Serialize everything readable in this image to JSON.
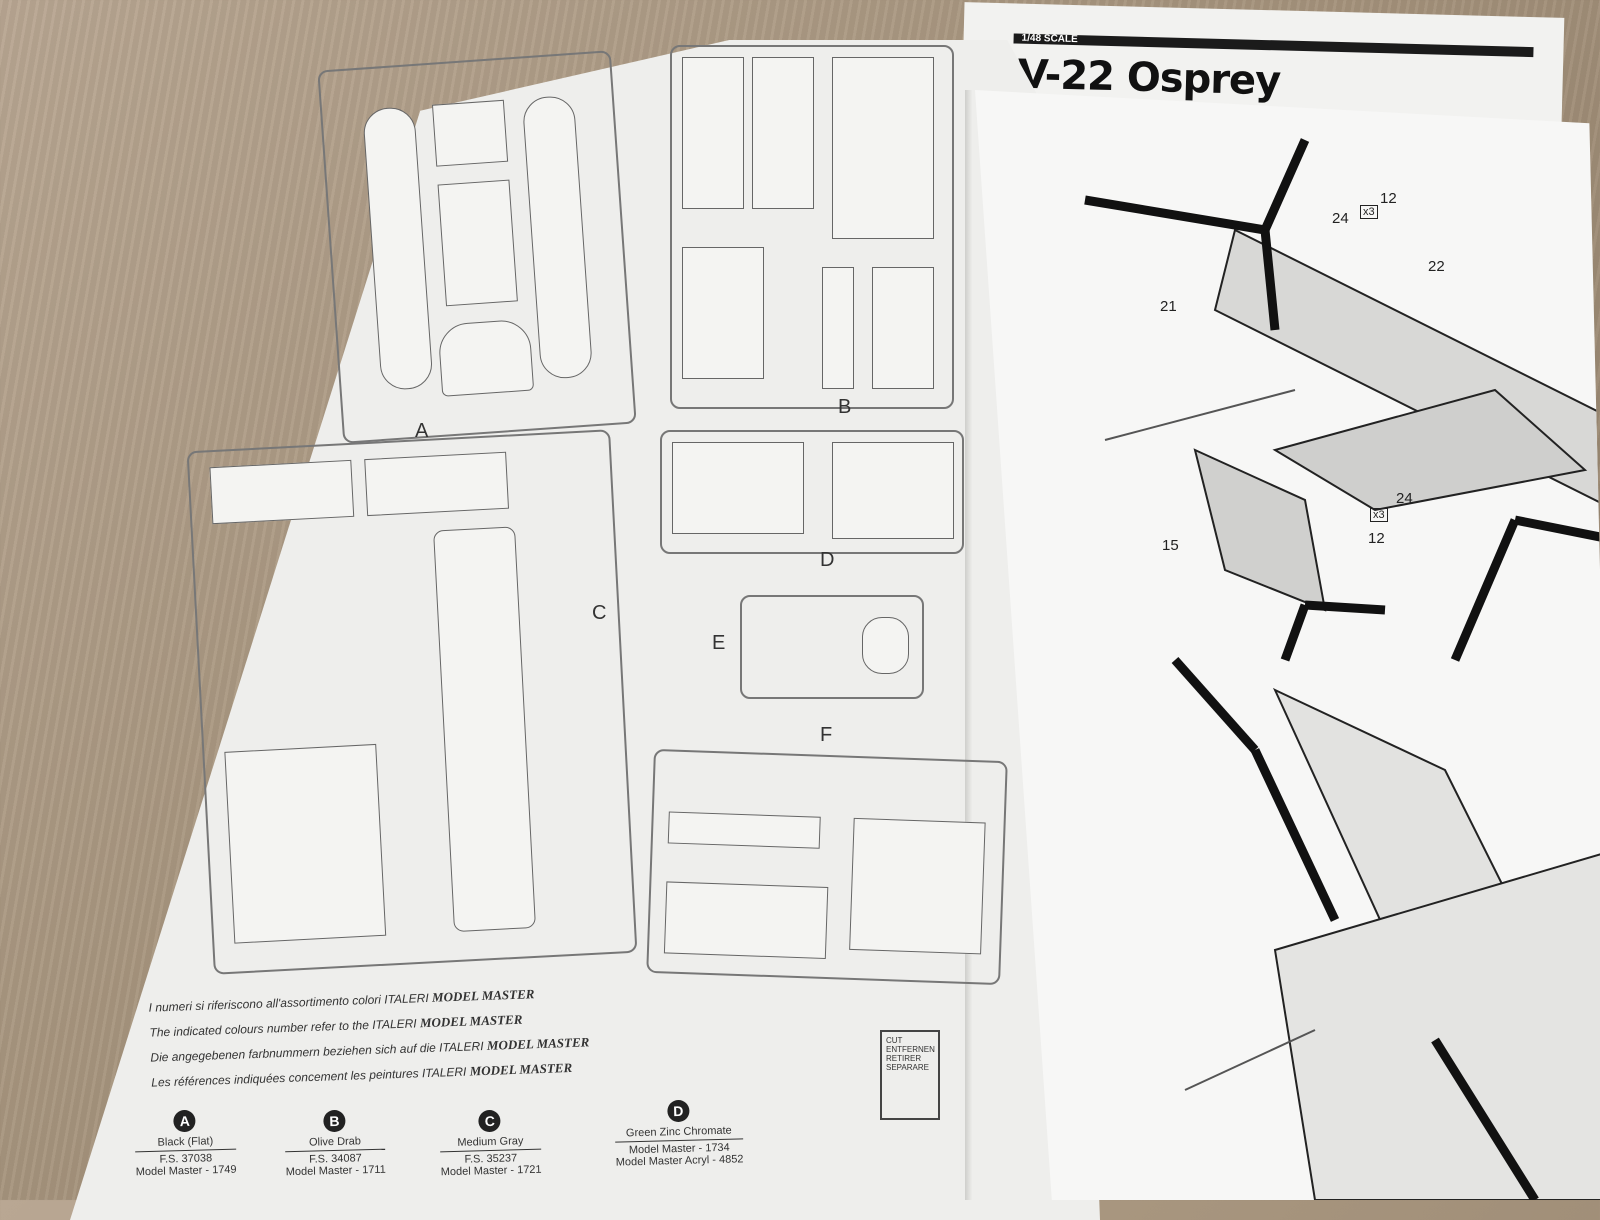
{
  "cover": {
    "scale": "1/48 SCALE",
    "title": "V-22 Osprey"
  },
  "sprues": {
    "A": "A",
    "B": "B",
    "C": "C",
    "D": "D",
    "E": "E",
    "F": "F"
  },
  "notes": [
    {
      "text": "I numeri si riferiscono all'assortimento colori ITALERI",
      "brand": "MODEL MASTER"
    },
    {
      "text": "The indicated colours number refer to the ITALERI",
      "brand": "MODEL MASTER"
    },
    {
      "text": "Die angegebenen farbnummern beziehen sich auf die ITALERI",
      "brand": "MODEL MASTER"
    },
    {
      "text": "Les références indiquées concement les peintures ITALERI",
      "brand": "MODEL MASTER"
    }
  ],
  "paints": [
    {
      "letter": "A",
      "name": "Black (Flat)",
      "fs": "F.S. 37038",
      "code": "Model Master - 1749"
    },
    {
      "letter": "B",
      "name": "Olive Drab",
      "fs": "F.S. 34087",
      "code": "Model Master - 1711"
    },
    {
      "letter": "C",
      "name": "Medium Gray",
      "fs": "F.S. 35237",
      "code": "Model Master - 1721"
    },
    {
      "letter": "D",
      "name": "Green Zinc Chromate",
      "fs": "Model Master - 1734",
      "code": "Model Master Acryl - 4852"
    }
  ],
  "cut_box": [
    "CUT",
    "ENTFERNEN",
    "RETIRER",
    "SEPARARE"
  ],
  "callouts": {
    "c12a": "12",
    "c24a": "24",
    "x3a": "x3",
    "c22": "22",
    "c21": "21",
    "c15": "15",
    "c24b": "24",
    "x3b": "x3",
    "c12b": "12"
  }
}
